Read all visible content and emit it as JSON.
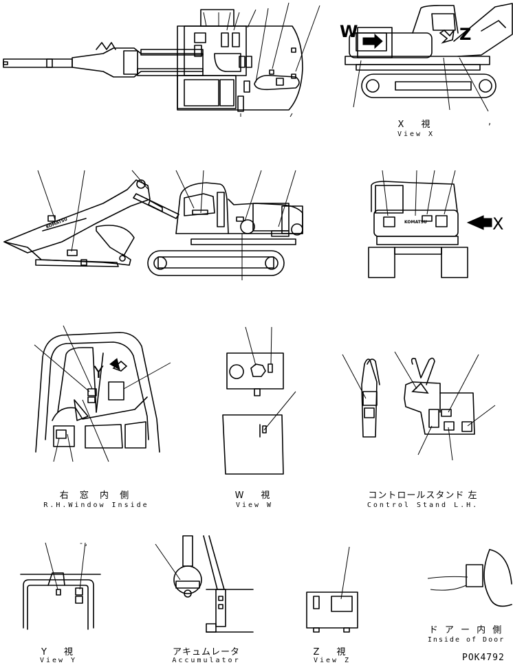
{
  "views": {
    "x": {
      "jp": "X　視",
      "en": "View X",
      "mark": ","
    },
    "w": {
      "jp": "W　視",
      "en": "View W"
    },
    "window": {
      "jp": "右 窓 内 側",
      "en": "R.H.Window Inside"
    },
    "stand": {
      "jp": "コントロールスタンド 左",
      "en": "Control Stand L.H."
    },
    "y": {
      "jp": "Y　視",
      "en": "View Y"
    },
    "acc": {
      "jp": "アキュムレータ",
      "en": "Accumulator"
    },
    "z": {
      "jp": "Z　視",
      "en": "View Z"
    },
    "door": {
      "jp": "ド ア ー 内 側",
      "en": "Inside of Door"
    }
  },
  "markers": {
    "w": "W",
    "z": "Z",
    "x": "X",
    "y": "Y"
  },
  "brand": "KOMATSU",
  "y_mark": "- ,",
  "drawing_number": "POK4792"
}
